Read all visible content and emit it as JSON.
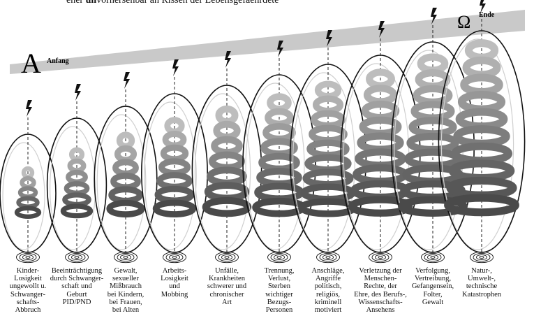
{
  "header_text": {
    "pre": "eher ",
    "bold": "un",
    "post": "vorhersehbar an Rissen der Lebensgefaehrdete"
  },
  "start_label": {
    "symbol": "A",
    "word": "Anfang"
  },
  "end_label": {
    "symbol": "Ω",
    "word": "Ende"
  },
  "colors": {
    "wedge": "#c9c9c9",
    "loop_stroke": "#111111",
    "spiral_light": "#bdbdbd",
    "spiral_dark": "#4a4a4a"
  },
  "stages": [
    {
      "label": "Kinder-\nLosigkeit\nungewollt u.\nSchwanger-\nschafts-\nAbbruch"
    },
    {
      "label": "Beeinträchtigung\ndurch Schwanger-\nschaft und\nGeburt\nPID/PND"
    },
    {
      "label": "Gewalt,\nsexueller\nMißbrauch\nbei Kindern,\nbei Frauen,\nbei Alten"
    },
    {
      "label": "Arbeits-\nLosigkeit\nund\nMobbing"
    },
    {
      "label": "Unfälle,\nKrankheiten\nschwerer und\nchronischer\nArt"
    },
    {
      "label": "Trennung,\nVerlust,\nSterben\nwichtiger\nBezugs-\nPersonen"
    },
    {
      "label": "Anschläge,\nAngriffe\npolitisch,\nreligiös,\nkriminell\nmotiviert"
    },
    {
      "label": "Verletzung der\nMenschen-\nRechte, der\nEhre, des Berufs-,\nWissenschafts-\nAnsehens"
    },
    {
      "label": "Verfolgung,\nVertreibung,\nGefangensein,\nFolter,\nGewalt"
    },
    {
      "label": "Natur-,\nUmwelt-,\ntechnische\nKatastrophen"
    }
  ]
}
